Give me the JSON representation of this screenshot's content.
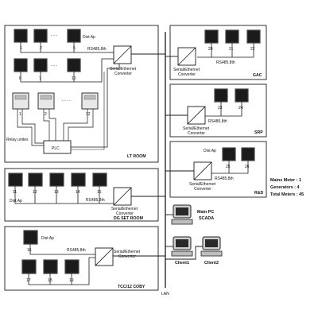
{
  "rooms": {
    "lt": {
      "label": "LT ROOM",
      "dist_ap": "Dist Ap",
      "protocol": "RS485,8th",
      "converter_line1": "Serial/Ethernet",
      "converter_line2": "Converter",
      "meters_row1": [
        "1",
        "2",
        "5"
      ],
      "meters_row2": [
        "6",
        "7",
        "10"
      ],
      "relay_numbers": [
        "1",
        "2",
        "12"
      ],
      "relay_label": "Relay unites",
      "plc": "PLC"
    },
    "dg": {
      "label": "DG SET ROOM",
      "dist_ap": "Dist Ap",
      "protocol": "RS485,8th",
      "converter_line1": "Serial/Ethernet",
      "converter_line2": "Converter",
      "meters": [
        "11",
        "12",
        "13",
        "14",
        "15"
      ]
    },
    "tcc": {
      "label": "TCC/12 COBY",
      "dist_ap": "Dist Ap",
      "protocol": "RS485,8th",
      "converter_line1": "Serial/Ethernet",
      "converter_line2": "Converter",
      "meter_top": "16",
      "meters_bottom": [
        "17",
        "18",
        "19"
      ]
    },
    "gac": {
      "label": "GAC",
      "protocol": "RS485,8th",
      "converter_line1": "Serial/Ethernet",
      "converter_line2": "Converter",
      "meters": [
        "20",
        "21",
        "22"
      ]
    },
    "srp": {
      "label": "SRP",
      "protocol": "RS485,8th",
      "converter_line1": "Serial/Ethernet",
      "converter_line2": "Converter",
      "meters": [
        "23",
        "24"
      ]
    },
    "rd": {
      "label": "R&D",
      "dist_ap": "Dist Ap",
      "protocol": "RS485,8th",
      "converter_line1": "Serial/Ethernet",
      "converter_line2": "Converter",
      "meters": [
        "25",
        "26"
      ]
    }
  },
  "lan_label": "LAN",
  "main_pc": {
    "line1": "Main PC",
    "line2": "SCADA"
  },
  "clients": [
    "Client1",
    "Client2"
  ],
  "summary": [
    "Mains Meter : 1",
    "Generators : 4",
    "Total Meters : 45"
  ],
  "colors": {
    "line": "#1a1a1a",
    "meter_screen": "#1b1b1b",
    "background": "#ffffff"
  }
}
